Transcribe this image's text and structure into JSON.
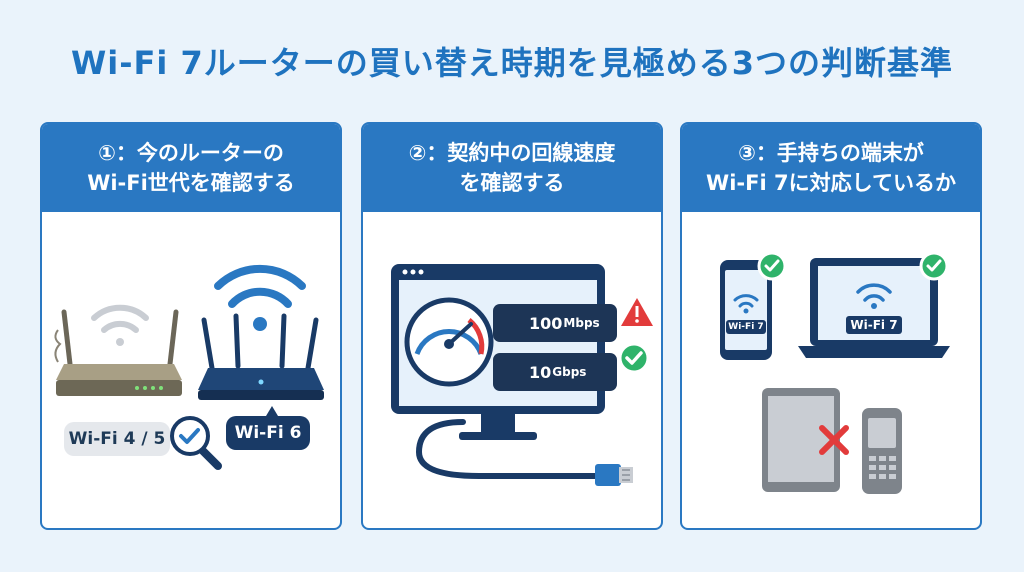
{
  "title": "Wi-Fi 7ルーターの買い替え時期を見極める3つの判断基準",
  "cards": [
    {
      "heading_line1": "①：今のルーターの",
      "heading_line2": "Wi-Fi世代を確認する",
      "old_label": "Wi-Fi 4 / 5",
      "new_label": "Wi-Fi 6",
      "icons": [
        "old-router-icon",
        "new-router-icon",
        "wifi-icon",
        "magnifier-check-icon"
      ]
    },
    {
      "heading_line1": "②：契約中の回線速度",
      "heading_line2": "を確認する",
      "slow_speed_value": "100",
      "slow_speed_unit": "Mbps",
      "fast_speed_value": "10",
      "fast_speed_unit": "Gbps",
      "icons": [
        "monitor-icon",
        "speedometer-icon",
        "warning-icon",
        "check-icon",
        "lan-cable-icon"
      ]
    },
    {
      "heading_line1": "③：手持ちの端末が",
      "heading_line2": "Wi-Fi 7に対応しているか",
      "phone_label": "Wi-Fi 7",
      "laptop_label": "Wi-Fi 7",
      "icons": [
        "smartphone-icon",
        "laptop-icon",
        "tablet-icon",
        "feature-phone-icon",
        "check-icon",
        "cross-icon"
      ]
    }
  ],
  "colors": {
    "background": "#eaf3fb",
    "accent": "#2a78c2",
    "navy": "#193a66",
    "ok": "#2fb36a",
    "warn": "#e23b3b"
  }
}
